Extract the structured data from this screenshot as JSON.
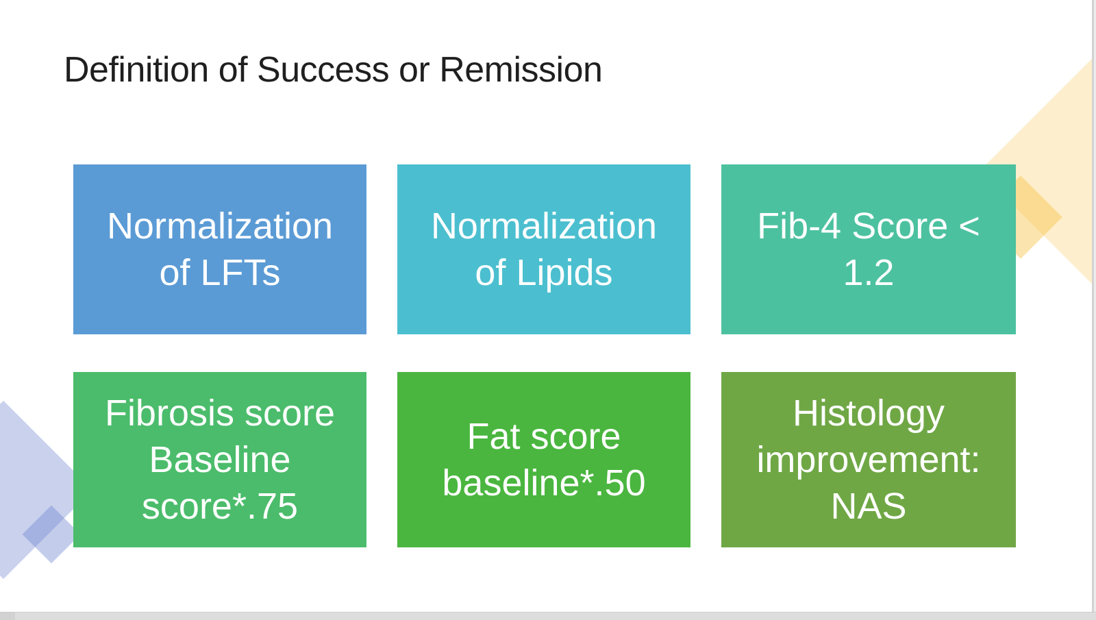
{
  "slide": {
    "title": "Definition of Success or Remission",
    "title_color": "#1F1F1F",
    "text_color": "#FFFFFF",
    "boxes": [
      {
        "label": "Normalization\nof LFTs",
        "color": "#5B9BD5"
      },
      {
        "label": "Normalization\nof Lipids",
        "color": "#4BBFCF"
      },
      {
        "label": "Fib-4 Score <\n1.2",
        "color": "#4CC1A0"
      },
      {
        "label": "Fibrosis score\nBaseline\nscore*.75",
        "color": "#4BBC6B"
      },
      {
        "label": "Fat score\nbaseline*.50",
        "color": "#4AB63F"
      },
      {
        "label": "Histology\nimprovement:\nNAS",
        "color": "#6FA745"
      }
    ],
    "decorations": {
      "corner_accent_yellow": "#F7C44A",
      "corner_accent_blue": "#7087CF"
    }
  }
}
